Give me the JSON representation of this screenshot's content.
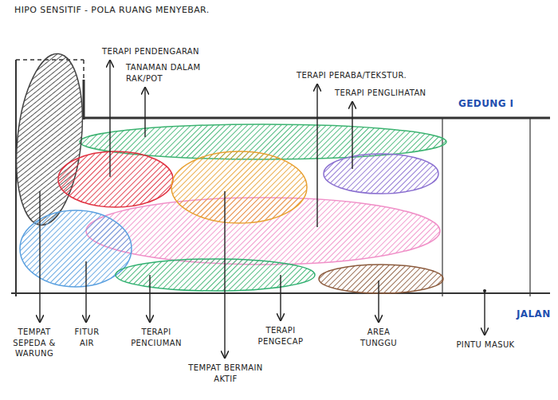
{
  "diagram": {
    "title": "HIPO SENSITIF - POLA RUANG MENYEBAR.",
    "labels": [
      "TERAPI PENDENGARAN",
      "TANAMAN DALAM RAK/POT",
      "TERAPI PERABA/TEKSTUR.",
      "TERAPI PENGLIHATAN",
      "GEDUNG I",
      "JALAN",
      "TEMPAT SEPEDA & WARUNG",
      "FITUR AIR",
      "TERAPI PENCIUMAN",
      "TEMPAT BERMAIN AKTIF",
      "TERAPI PENGECAP",
      "AREA TUNGGU",
      "PINTU MASUK"
    ]
  }
}
